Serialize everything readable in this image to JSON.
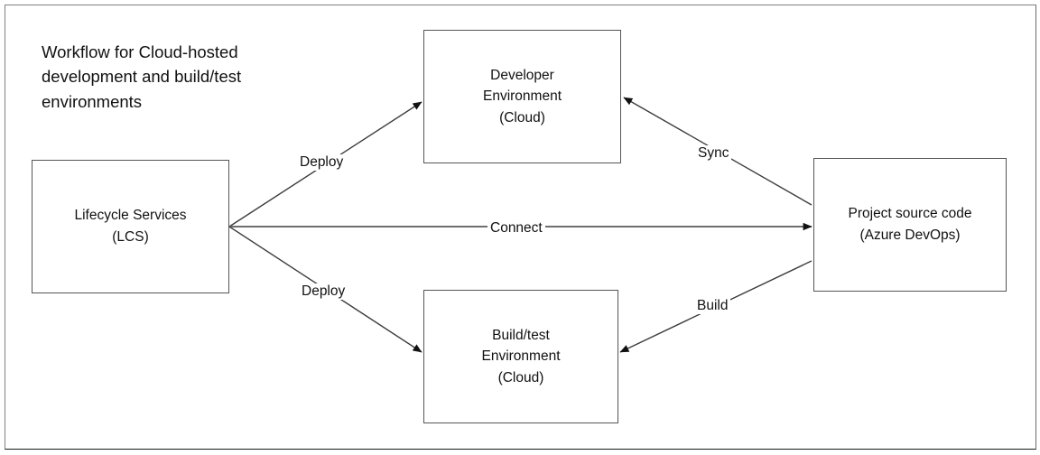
{
  "diagram": {
    "title": "Workflow for Cloud-hosted\ndevelopment and build/test\nenvironments",
    "nodes": [
      {
        "id": "lcs",
        "label": "Lifecycle Services\n(LCS)"
      },
      {
        "id": "dev",
        "label": "Developer\nEnvironment\n(Cloud)"
      },
      {
        "id": "build",
        "label": "Build/test\nEnvironment\n(Cloud)"
      },
      {
        "id": "repo",
        "label": "Project source code\n(Azure DevOps)"
      }
    ],
    "edges": [
      {
        "id": "deploy-top",
        "label": "Deploy",
        "from": "lcs",
        "to": "dev"
      },
      {
        "id": "connect",
        "label": "Connect",
        "from": "lcs",
        "to": "repo"
      },
      {
        "id": "deploy-bottom",
        "label": "Deploy",
        "from": "lcs",
        "to": "build"
      },
      {
        "id": "sync",
        "label": "Sync",
        "from": "repo",
        "to": "dev"
      },
      {
        "id": "build",
        "label": "Build",
        "from": "repo",
        "to": "build"
      }
    ],
    "colors": {
      "background": "#ffffff",
      "frame_border": "#7f7f7f",
      "node_border": "#555555",
      "line": "#3c3c3c",
      "connect_line": "#6e6e6e",
      "text": "#111111"
    }
  }
}
